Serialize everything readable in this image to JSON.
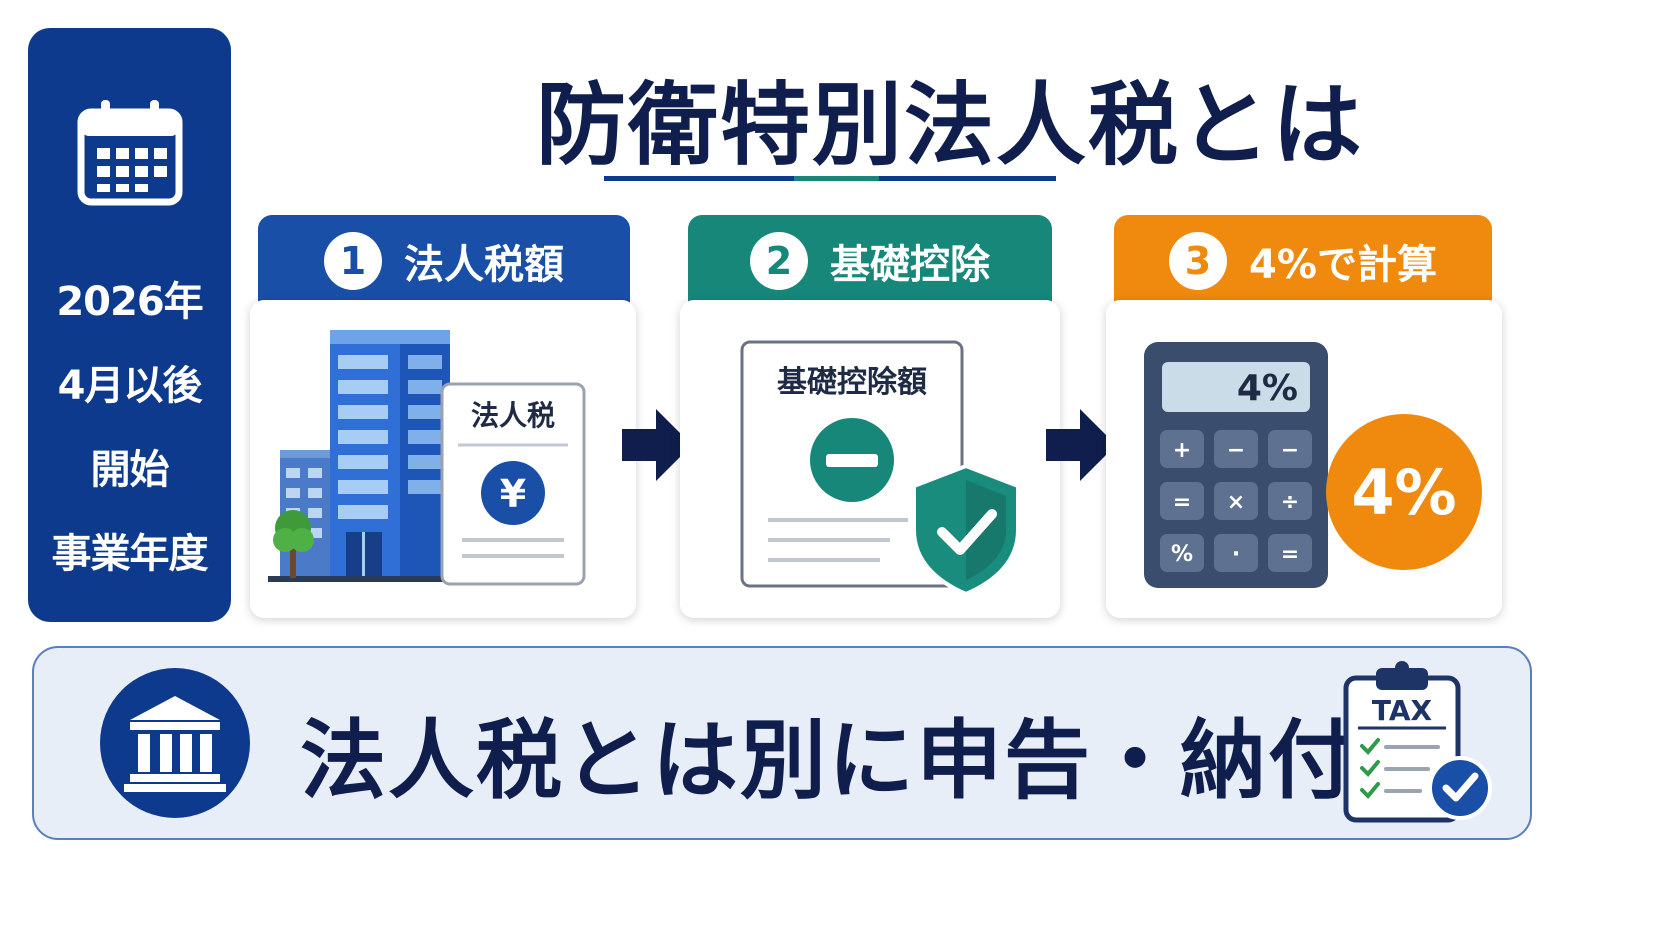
{
  "title": "防衛特別法人税とは",
  "colors": {
    "navy": "#0d3a8c",
    "teal": "#17877a",
    "orange": "#f08a0f",
    "title_text": "#0f1e4d"
  },
  "sidebar": {
    "icon": "calendar-icon",
    "lines": [
      "2026年",
      "4月以後",
      "開始",
      "事業年度"
    ]
  },
  "steps": [
    {
      "number": "1",
      "label": "法人税額",
      "color": "#1a4fa8",
      "doc_label": "法人税",
      "icons": [
        "office-building-icon",
        "yen-icon"
      ]
    },
    {
      "number": "2",
      "label": "基礎控除",
      "color": "#17877a",
      "doc_label": "基礎控除額",
      "icons": [
        "minus-icon",
        "shield-check-icon"
      ]
    },
    {
      "number": "3",
      "label": "4%で計算",
      "color": "#f08a0f",
      "display": "4%",
      "badge": "4%",
      "icons": [
        "calculator-icon"
      ]
    }
  ],
  "calculator_keys": [
    "+",
    "−",
    "−",
    "=",
    "×",
    "÷",
    "%",
    "·",
    "="
  ],
  "bottom": {
    "icon": "bank-building-icon",
    "text": "法人税とは別に申告・納付",
    "clipboard_label": "TAX"
  }
}
